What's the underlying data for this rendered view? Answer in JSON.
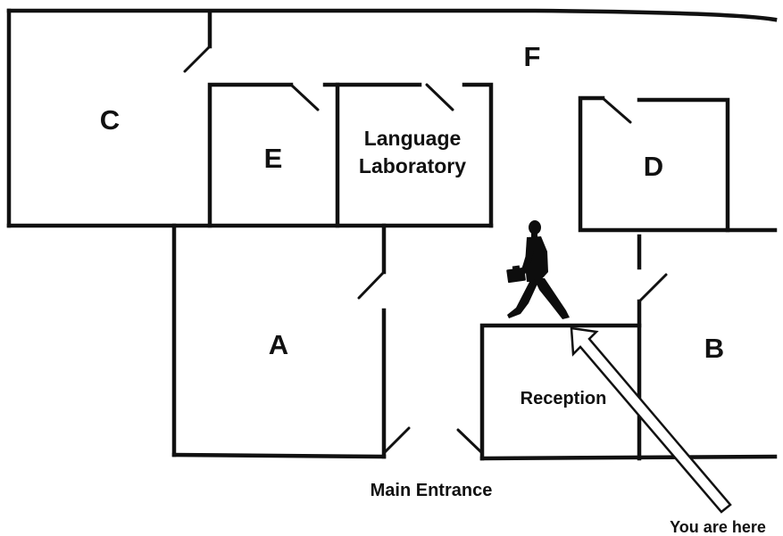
{
  "rooms": {
    "a": "A",
    "b": "B",
    "c": "C",
    "d": "D",
    "e": "E",
    "f": "F",
    "language_lab_line1": "Language",
    "language_lab_line2": "Laboratory",
    "reception": "Reception"
  },
  "labels": {
    "main_entrance": "Main Entrance",
    "you_are_here": "You are here"
  },
  "icons": {
    "visitor": "walking-person-with-briefcase-icon",
    "pointer": "outline-arrow-icon"
  }
}
